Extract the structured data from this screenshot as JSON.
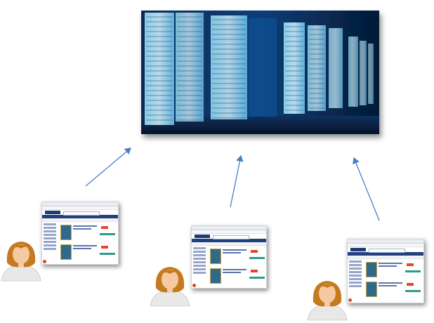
{
  "title": "",
  "nodes": [
    {
      "id": "server",
      "name": "server-room-image",
      "icon": "datacenter-server-racks-photo"
    },
    {
      "id": "client1",
      "name": "client-left",
      "icon": "woman-user-avatar-with-browser-screenshot"
    },
    {
      "id": "client2",
      "name": "client-middle",
      "icon": "woman-user-avatar-with-browser-screenshot"
    },
    {
      "id": "client3",
      "name": "client-right",
      "icon": "woman-user-avatar-with-browser-screenshot"
    }
  ],
  "edges": [
    {
      "from": "client1",
      "to": "server"
    },
    {
      "from": "client2",
      "to": "server"
    },
    {
      "from": "client3",
      "to": "server"
    }
  ],
  "colors": {
    "arrow": "#4a80c4",
    "server_glow": "#5fd3ff",
    "avatar_hair": "#c47a1f",
    "avatar_skin": "#f5c9a2",
    "avatar_shirt": "#e8e8e8",
    "site_nav": "#22407d"
  }
}
